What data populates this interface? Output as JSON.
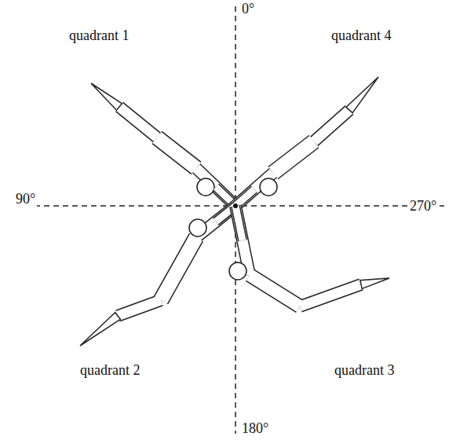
{
  "diagram": {
    "labels": [
      "0°",
      "quadrant 1",
      "quadrant 4",
      "90°",
      "270°",
      "quadrant 2",
      "quadrant 3",
      "180°"
    ]
  }
}
